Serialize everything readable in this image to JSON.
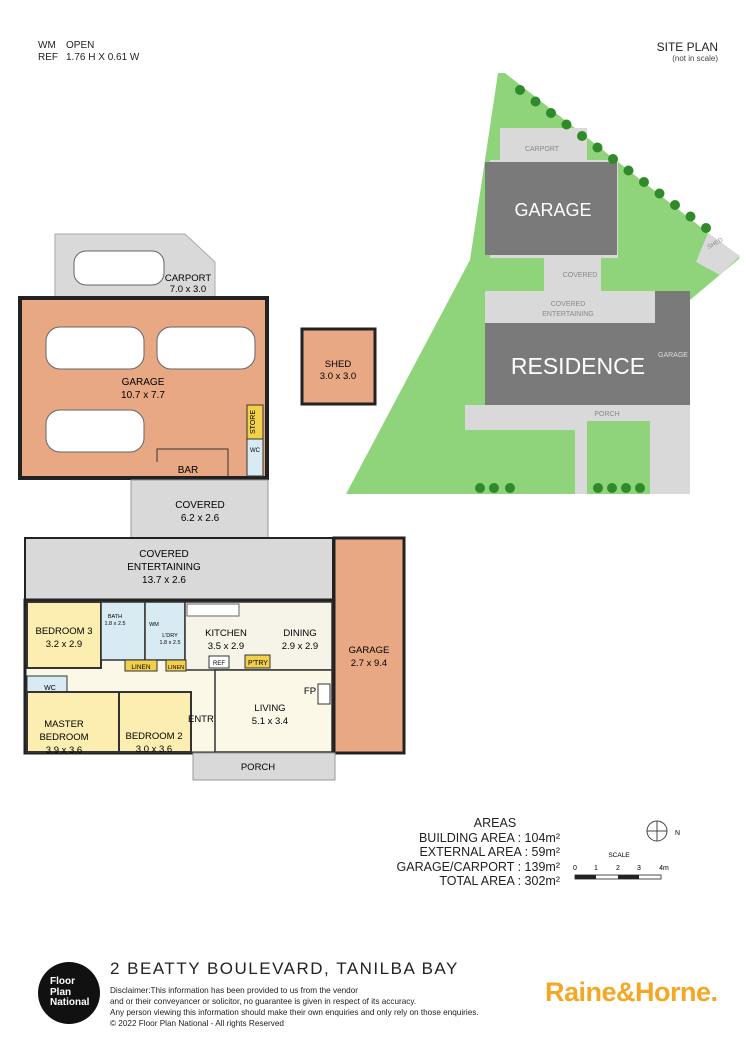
{
  "legend": {
    "rows": [
      {
        "key": "WM",
        "value": "OPEN"
      },
      {
        "key": "REF",
        "value": "1.76 H X 0.61 W"
      }
    ]
  },
  "site_plan": {
    "title": "SITE PLAN",
    "subtitle": "(not in scale)",
    "labels": {
      "carport": "CARPORT",
      "garage": "GARAGE",
      "shed": "SHED",
      "covered": "COVERED",
      "covered_entertaining_1": "COVERED",
      "covered_entertaining_2": "ENTERTAINING",
      "residence": "RESIDENCE",
      "garage_side": "GARAGE",
      "porch": "PORCH"
    }
  },
  "floor_plan": {
    "rooms": {
      "carport": {
        "name": "CARPORT",
        "dims": "7.0 x 3.0"
      },
      "garage_main": {
        "name": "GARAGE",
        "dims": "10.7 x 7.7"
      },
      "shed": {
        "name": "SHED",
        "dims": "3.0 x 3.0"
      },
      "store": {
        "name": "STORE"
      },
      "wc_garage": {
        "name": "WC"
      },
      "bar": {
        "name": "BAR"
      },
      "covered": {
        "name": "COVERED",
        "dims": "6.2 x 2.6"
      },
      "covered_entertaining": {
        "name": "COVERED",
        "name2": "ENTERTAINING",
        "dims": "13.7 x 2.6"
      },
      "bedroom3": {
        "name": "BEDROOM 3",
        "dims": "3.2 x 2.9"
      },
      "bath": {
        "name": "BATH",
        "dims": "1.8 x 2.5"
      },
      "wm": {
        "name": "WM"
      },
      "ldry": {
        "name": "L'DRY",
        "dims": "1.8 x 2.5"
      },
      "kitchen": {
        "name": "KITCHEN",
        "dims": "3.5 x 2.9"
      },
      "dining": {
        "name": "DINING",
        "dims": "2.9 x 2.9"
      },
      "garage_side": {
        "name": "GARAGE",
        "dims": "2.7 x 9.4"
      },
      "linen1": {
        "name": "LINEN"
      },
      "linen2": {
        "name": "LINEN"
      },
      "ref": {
        "name": "REF"
      },
      "ptry": {
        "name": "P'TRY"
      },
      "wc": {
        "name": "WC"
      },
      "fp": {
        "name": "FP"
      },
      "master": {
        "name": "MASTER",
        "name2": "BEDROOM",
        "dims": "3.9 x 3.6"
      },
      "bedroom2": {
        "name": "BEDROOM 2",
        "dims": "3.0 x 3.6"
      },
      "entry": {
        "name": "ENTRY"
      },
      "living": {
        "name": "LIVING",
        "dims": "5.1 x 3.4"
      },
      "porch": {
        "name": "PORCH"
      }
    }
  },
  "areas": {
    "title": "AREAS",
    "rows": [
      "BUILDING AREA : 104m²",
      "EXTERNAL AREA : 59m²",
      "GARAGE/CARPORT : 139m²",
      "TOTAL AREA : 302m²"
    ]
  },
  "scale": {
    "label": "SCALE",
    "ticks": [
      "0",
      "1",
      "2",
      "3",
      "4m"
    ],
    "north": "N"
  },
  "footer": {
    "address": "2 BEATTY BOULEVARD, TANILBA BAY",
    "disclaimer": [
      "Disclaimer:This information has been provided to us from the vendor",
      "and or their conveyancer or solicitor, no guarantee is given in respect of its accuracy.",
      "Any person viewing this information should make their own enquiries and only rely on those enquiries.",
      "© 2022 Floor Plan National - All rights Reserved"
    ],
    "logo_lines": [
      "Floor",
      "Plan",
      "National"
    ],
    "brand": "Raine&Horne."
  },
  "colors": {
    "garage_fill": "#e8a883",
    "bedroom_fill": "#fbeeb0",
    "wet_fill": "#d8ebf3",
    "kitchen_fill": "#f6f4e8",
    "hall_fill": "#fbf8e8",
    "covered_fill": "#d9d9d9",
    "lawn": "#8fd47a",
    "building": "#7a7a7a",
    "brand": "#f5a623"
  }
}
